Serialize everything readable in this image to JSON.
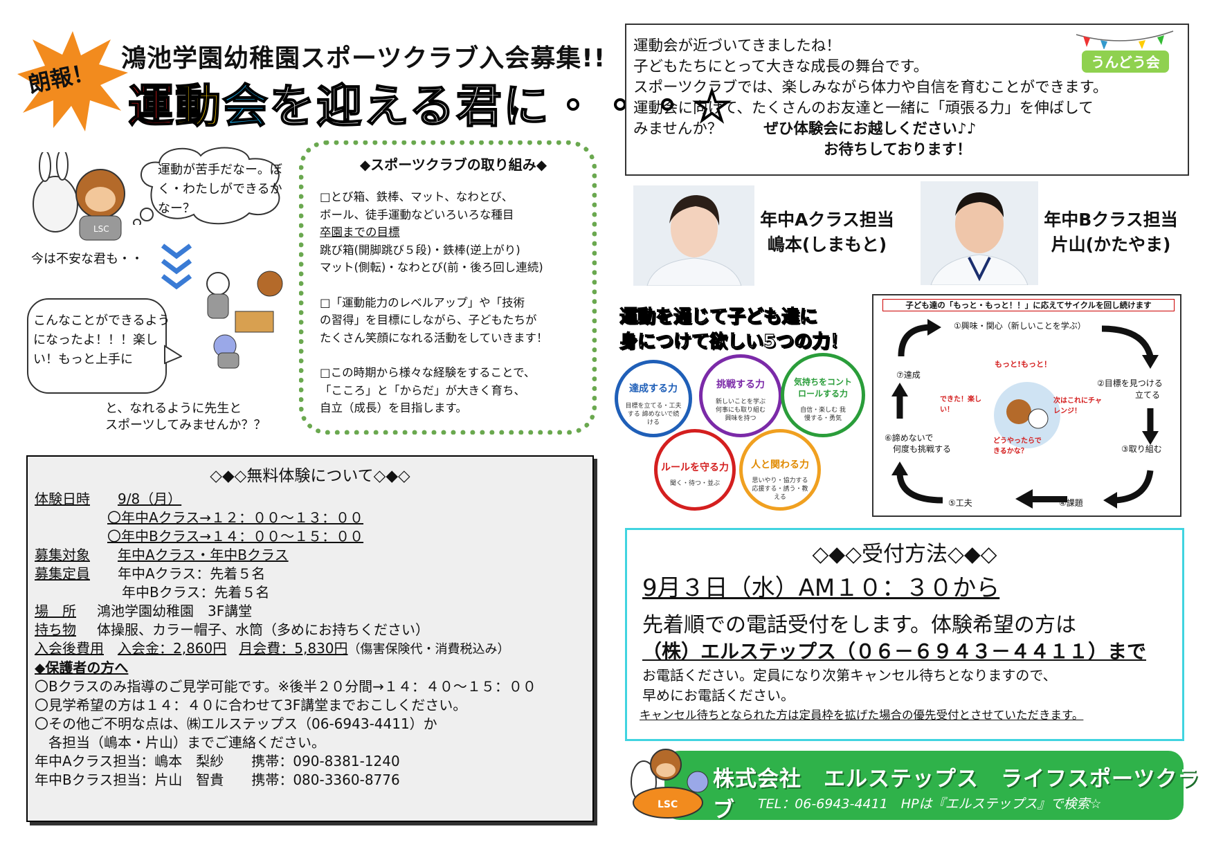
{
  "header": {
    "badge": "朗報！",
    "title": "鴻池学園幼稚園スポーツクラブ入会募集!!",
    "subtitle_c1": "運",
    "subtitle_c2": "動",
    "subtitle_c3": "会",
    "subtitle_rest": "を迎える君に・・・☆"
  },
  "left_speech": {
    "cloud_text": "運動が苦手だなー。ぼく・わたしができるかなー？",
    "caption_1": "今は不安な君も・・",
    "bubble_text": "こんなことができるようになったよ！！！楽しい！もっと上手に",
    "caption_2a": "と、なれるように先生と",
    "caption_2b": "スポーツしてみませんか？？",
    "mascot_badge": "LSC"
  },
  "efforts": {
    "title": "◆スポーツクラブの取り組み◆",
    "p1a": "□とび箱、鉄棒、マット、なわとび、",
    "p1b": "ボール、徒手運動などいろいろな種目",
    "p1c": "卒園までの目標",
    "p1d": "跳び箱(開脚跳び５段)・鉄棒(逆上がり)",
    "p1e": "マット(側転)・なわとび(前・後ろ回し連続)",
    "p2a": "□「運動能力のレベルアップ」や「技術",
    "p2b": "の習得」を目標にしながら、子どもたちが",
    "p2c": "たくさん笑顔になれる活動をしていきます！",
    "p3a": "□この時期から様々な経験をすることで、",
    "p3b": "「こころ」と「からだ」が大きく育ち、",
    "p3c": "自立（成長）を目指します。"
  },
  "trial": {
    "title": "◇◆◇無料体験について◇◆◇",
    "date_label": "体験日時",
    "date_value": "9/8（月）",
    "slot_a": "〇年中Aクラス→１２：００～１３：００",
    "slot_b": "〇年中Bクラス→１４：００～１５：００",
    "target_label": "募集対象",
    "target_value": "年中Aクラス・年中Bクラス",
    "capacity_label": "募集定員",
    "capacity_a": "年中Aクラス：先着５名",
    "capacity_b": "年中Bクラス：先着５名",
    "place_label": "場　所",
    "place_value": "鴻池学園幼稚園　3F講堂",
    "items_label": "持ち物",
    "items_value": "体操服、カラー帽子、水筒（多めにお持ちください）",
    "fee_label": "入会後費用",
    "fee_entry": "入会金：2,860円",
    "fee_monthly": "月会費：5,830円",
    "fee_note": "（傷害保険代・消費税込み）",
    "guardians_label": "◆保護者の方へ",
    "g1": "〇Bクラスのみ指導のご見学可能です。※後半２０分間→１４：４０～１５：００",
    "g2": "〇見学希望の方は１４：４０に合わせて3F講堂までおこしください。",
    "g3": "〇その他ご不明な点は、㈱エルステップス（06-6943-4411）か",
    "g4": "各担当（嶋本・片山）までご連絡ください。",
    "contact_a": "年中Aクラス担当：嶋本　梨紗　　携帯：090-8381-1240",
    "contact_b": "年中Bクラス担当：片山　智貴　　携帯：080-3360-8776"
  },
  "message": {
    "l1": "運動会が近づいてきましたね！",
    "l2": "子どもたちにとって大きな成長の舞台です。",
    "l3": "スポーツクラブでは、楽しみながら体力や自信を育むことができます。",
    "l4": "運動会に向けて、たくさんのお友達と一緒に「頑張る力」を伸ばして",
    "l5": "みませんか？",
    "l5b": "ぜひ体験会にお越しください♪♪",
    "l6": "お待ちしております！",
    "badge": "うんどう会"
  },
  "teachers": {
    "a_role": "年中Aクラス担当",
    "a_name": "嶋本(しまもと)",
    "b_role": "年中Bクラス担当",
    "b_name": "片山(かたやま)"
  },
  "powers": {
    "title_1": "運動を通じて子ども達に",
    "title_2": "身につけて欲しい5つの力！",
    "items": [
      {
        "title": "達成する力",
        "desc": "目標を立てる・工夫する 諦めないで続ける",
        "color": "#1f5fb8"
      },
      {
        "title": "挑戦する力",
        "desc": "新しいことを学ぶ 何事にも取り組む 興味を持つ",
        "color": "#7b2aa8"
      },
      {
        "title": "気持ちをコントロールする力",
        "desc": "自信・楽しむ 我慢する・勇気",
        "color": "#2a9d3a"
      },
      {
        "title": "ルールを守る力",
        "desc": "聞く・待つ・並ぶ",
        "color": "#d41f1f"
      },
      {
        "title": "人と関わる力",
        "desc": "思いやり・協力する 応援する・誘う・教える",
        "color": "#f0a020"
      }
    ]
  },
  "cycle": {
    "header": "子ども達の「もっと・もっと！！」に応えてサイクルを回し続けます",
    "s1": "①興味・関心（新しいことを学ぶ）",
    "s2a": "②目標を見つける",
    "s2b": "立てる",
    "s3": "③取り組む",
    "s4": "④課題",
    "s5": "⑤工夫",
    "s6a": "⑥諦めないで",
    "s6b": "何度も挑戦する",
    "s7": "⑦達成",
    "center_top": "もっと!もっと！",
    "left_bubble": "できた！楽しい！",
    "right_bubble": "次はこれにチャレンジ！",
    "bottom_bubble": "どうやったらできるかな？"
  },
  "reception": {
    "title": "◇◆◇受付方法◇◆◇",
    "date": "9月３日（水）AM１０：３０から",
    "l1": "先着順での電話受付をします。体験希望の方は",
    "l2": "（株）エルステップス（０６－６９４３－４４１１）まで",
    "l3": "お電話ください。定員になり次第キャンセル待ちとなりますので、",
    "l3b": "早めにお電話ください。",
    "l4": "キャンセル待ちとなられた方は定員枠を拡げた場合の優先受付とさせていただきます。"
  },
  "footer": {
    "company": "株式会社　エルステップス　ライフスポーツクラブ",
    "tel": "TEL：06-6943-4411　HPは『エルステップス』で検索☆",
    "logo_text": "LSC"
  }
}
